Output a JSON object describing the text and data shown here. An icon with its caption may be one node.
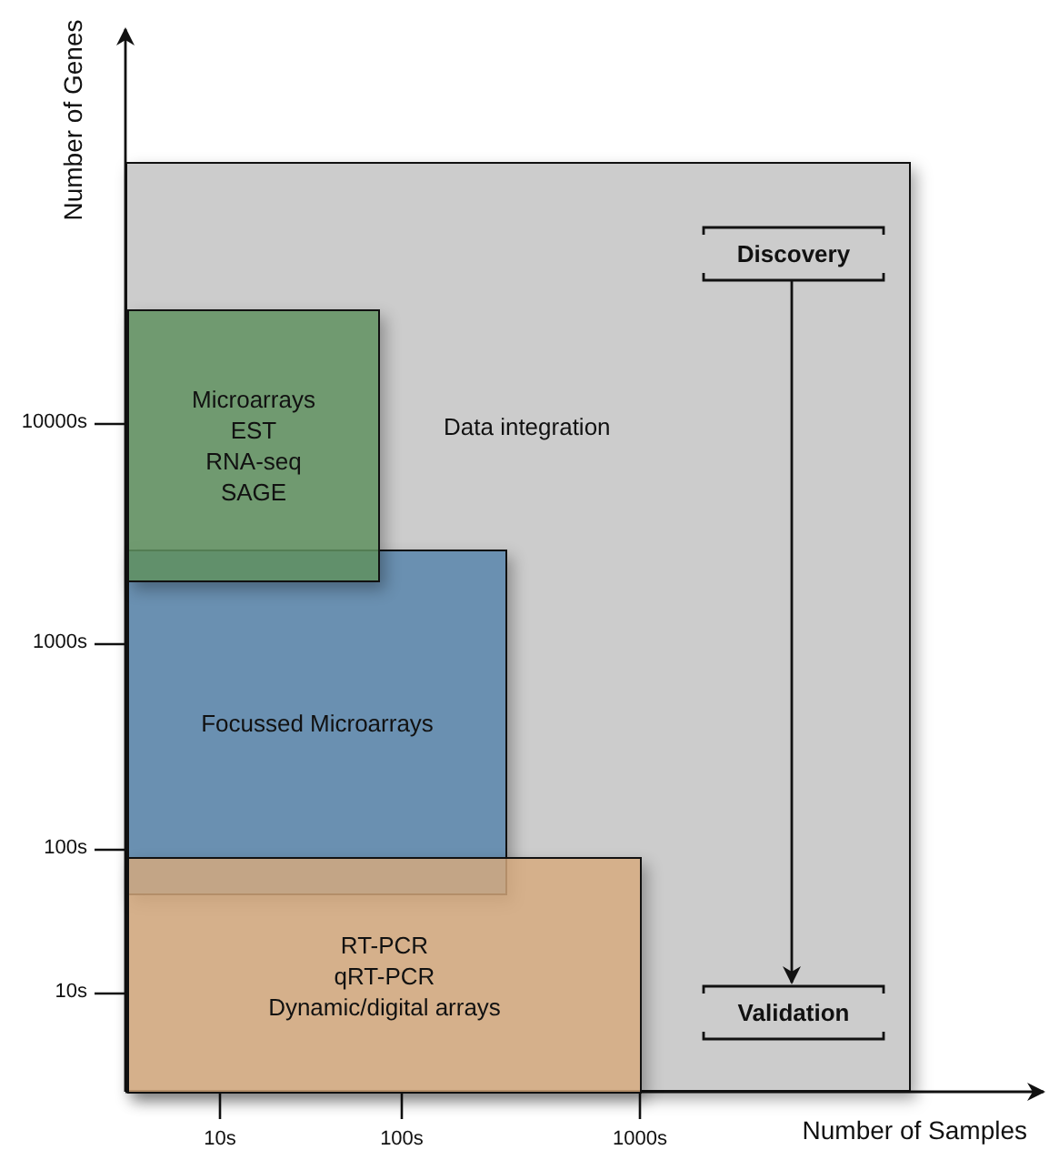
{
  "diagram": {
    "nodes": [
      {
        "text": [
          "Data integration"
        ]
      },
      {
        "text": [
          "Microarrays",
          "EST",
          "RNA-seq",
          "SAGE"
        ],
        "in": 0
      },
      {
        "text": [
          "Focussed Microarrays"
        ],
        "in": 0
      },
      {
        "text": [
          "RT-PCR",
          "qRT-PCR",
          "Dynamic/digital arrays"
        ],
        "in": 0
      },
      {
        "text": [
          "Discovery"
        ],
        "in": 0
      },
      {
        "text": [
          "Validation"
        ],
        "in": 0
      }
    ],
    "edges": [
      {
        "from": 4,
        "to": 5,
        "arrow": "to"
      }
    ],
    "labels": [
      "Number of Genes",
      "10000s",
      "1000s",
      "100s",
      "10s",
      "10s",
      "100s",
      "1000s",
      "Number of Samples"
    ]
  }
}
